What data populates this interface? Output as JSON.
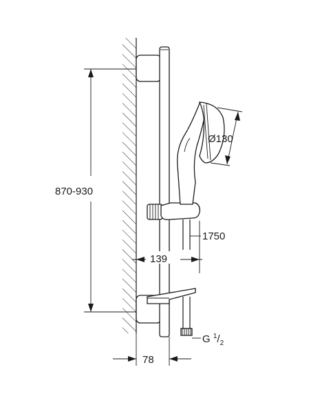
{
  "dimensions": {
    "height_range": "870-930",
    "head_diameter": "Ø130",
    "hose_length": "1750",
    "projection": "139",
    "wall_distance": "78",
    "thread_prefix": "G ",
    "thread_num": "1",
    "thread_sep": "/",
    "thread_den": "2"
  }
}
